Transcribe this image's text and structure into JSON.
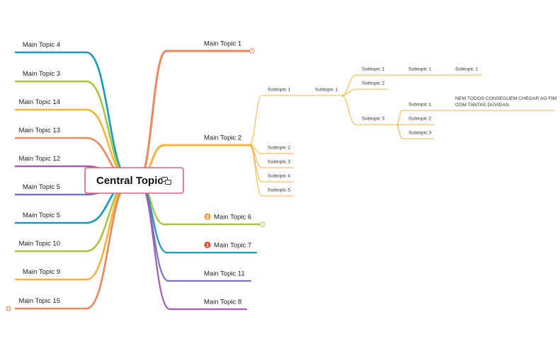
{
  "central": {
    "label": "Central Topic",
    "icon": "linked-topics-icon",
    "border_color": "#e0607a"
  },
  "colors": {
    "orange": "#f0845a",
    "yellow": "#f9b13a",
    "lime": "#a8c63a",
    "blue": "#1399c4",
    "purple": "#7a70c4",
    "violet": "#a35cb0"
  },
  "right_topics": [
    {
      "label": "Main Topic 1",
      "collapsed_count": "5"
    },
    {
      "label": "Main Topic 2"
    },
    {
      "label": "Main Topic 6",
      "badge": "2",
      "badge_color": "#f39c3a",
      "collapsed_count": "3"
    },
    {
      "label": "Main Topic 7",
      "badge": "1",
      "badge_color": "#e74c3c"
    },
    {
      "label": "Main Topic 11"
    },
    {
      "label": "Main Topic 8"
    }
  ],
  "left_topics": [
    {
      "label": "Main Topic 4"
    },
    {
      "label": "Main Topic 3"
    },
    {
      "label": "Main Topic 14"
    },
    {
      "label": "Main Topic 13"
    },
    {
      "label": "Main Topic 12"
    },
    {
      "label": "Main Topic 5"
    },
    {
      "label": "Main Topic 5"
    },
    {
      "label": "Main Topic 10"
    },
    {
      "label": "Main Topic 9"
    },
    {
      "label": "Main Topic 15",
      "collapsed_count": "16"
    }
  ],
  "topic2_subtopics": [
    {
      "label": "Subtopic 1"
    },
    {
      "label": "Subtopic 2"
    },
    {
      "label": "Subtopic 3"
    },
    {
      "label": "Subtopic 4"
    },
    {
      "label": "Subtopic 5"
    }
  ],
  "level3": {
    "label": "Subtopic 1"
  },
  "level4": [
    {
      "label": "Subtopic 1"
    },
    {
      "label": "Subtopic 2"
    },
    {
      "label": "Subtopic 3"
    }
  ],
  "level5_a": [
    {
      "label": "Subtopic 1"
    }
  ],
  "level6_a": {
    "label": "Subtopic 1"
  },
  "level5_c": [
    {
      "label": "Subtopic 1"
    },
    {
      "label": "Subtopic 2"
    },
    {
      "label": "Subtopic 3"
    }
  ],
  "note": {
    "line1": "NEM TODOS CONSEGUEM CHEGAR AO FIM",
    "line2": "COM TANTAS DÚVIDAS."
  }
}
